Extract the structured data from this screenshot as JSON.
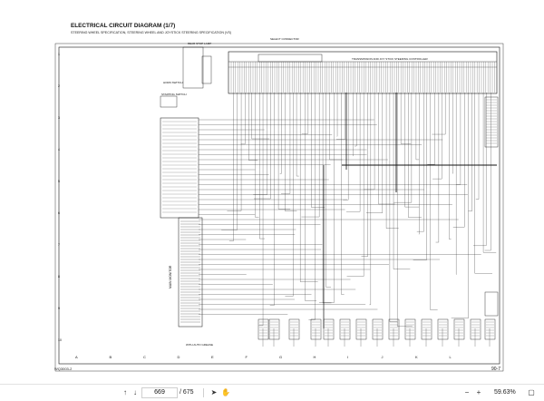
{
  "document": {
    "title": "ELECTRICAL CIRCUIT DIAGRAM (1/7)",
    "subtitle": "STEERING WHEEL SPECIFICATION, STEERING WHEEL AND JOYSTICK STEERING SPECIFICATION (VS)",
    "doc_code": "WQ3003-2",
    "page_number": "90-7",
    "labels": {
      "tcu": "TRANSMISSION AND JOY STICK STEERING CONTROLLER",
      "horn": "HORN SWITCH",
      "starting": "STARTING SWITCH",
      "main_monitor": "MAIN MONITOR",
      "rear_stop": "REAR STOP LAMP",
      "select": "SELECT CONNECTOR",
      "auto_grease": "WITH AUTO GREASE"
    },
    "grid_letters": [
      "A",
      "B",
      "C",
      "D",
      "E",
      "F",
      "G",
      "H",
      "I",
      "J",
      "K",
      "L"
    ],
    "grid_numbers": [
      "1",
      "2",
      "3",
      "4",
      "5",
      "6",
      "7",
      "8",
      "9",
      "10"
    ]
  },
  "toolbar": {
    "current_page": "669",
    "total_pages": "/ 675",
    "zoom": "59.63%",
    "icons": [
      "up-arrow-icon",
      "down-arrow-icon",
      "cursor-icon",
      "hand-icon",
      "zoom-out-icon",
      "zoom-in-icon",
      "fit-page-icon"
    ]
  }
}
